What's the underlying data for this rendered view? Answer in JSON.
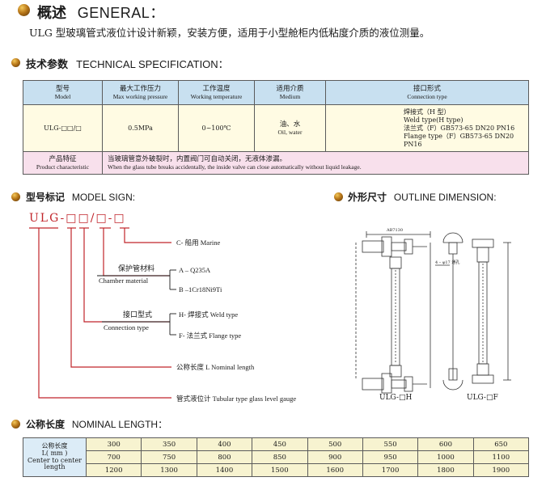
{
  "general": {
    "title_cn": "概述",
    "title_en": "GENERAL：",
    "description": "ULG 型玻璃管式液位计设计新颖，安装方便，适用于小型舱柜内低粘度介质的液位测量。"
  },
  "tech_spec": {
    "title_cn": "技术参数",
    "title_en": "TECHNICAL SPECIFICATION：",
    "headers": [
      {
        "cn": "型号",
        "en": "Model"
      },
      {
        "cn": "最大工作压力",
        "en": "Max working pressure"
      },
      {
        "cn": "工作温度",
        "en": "Working temperature"
      },
      {
        "cn": "适用介质",
        "en": "Medium"
      },
      {
        "cn": "接口形式",
        "en": "Connection type"
      }
    ],
    "row": {
      "model": "ULG-□□/□",
      "pressure": "0.5MPa",
      "temperature": "0~100℃",
      "medium_cn": "油、水",
      "medium_en": "Oil, water",
      "connection": [
        "焊接式（H 型）",
        "Weld type(H type)",
        "法兰式（F）GB573-65 DN20 PN16",
        "Flange type（F）GB573-65 DN20 PN16"
      ]
    },
    "feature": {
      "label_cn": "产品特征",
      "label_en": "Product characteristic",
      "text_cn": "当玻璃管意外破裂时，内置阀门可自动关闭，无液体渗漏。",
      "text_en": "When the glass tube breaks accidentally, the inside valve can close automatically without liquid leakage."
    }
  },
  "model_sign": {
    "title_cn": "型号标记",
    "title_en": "MODEL SIGN:",
    "code": "ULG-□□/□-□",
    "annotations": {
      "marine": "C- 船用   Marine",
      "chamber_cn": "保护管材料",
      "chamber_en": "Chamber material",
      "chamber_a": "A – Q235A",
      "chamber_b": "B –1Cr18Ni9Ti",
      "conn_cn": "接口型式",
      "conn_en": "Connection type",
      "conn_h": "H- 焊接式   Weld type",
      "conn_f": "F- 法兰式   Flange type",
      "nominal": "公称长度   L    Nominal length",
      "tubular": "管式液位计   Tubular type glass level gauge"
    }
  },
  "outline": {
    "title_cn": "外形尺寸",
    "title_en": "OUTLINE DIMENSION:",
    "dim_label": "AB7130",
    "hole_label": "4 – φ17 通孔",
    "caption_h": "ULG-□H",
    "caption_f": "ULG-□F"
  },
  "nominal_length": {
    "title_cn": "公称长度",
    "title_en": "NOMINAL LENGTH：",
    "label_cn": "公称长度",
    "label_unit": "L( mm )",
    "label_en1": "Center to center",
    "label_en2": "length",
    "rows": [
      [
        "300",
        "350",
        "400",
        "450",
        "500",
        "550",
        "600",
        "650"
      ],
      [
        "700",
        "750",
        "800",
        "850",
        "900",
        "950",
        "1000",
        "1100"
      ],
      [
        "1200",
        "1300",
        "1400",
        "1500",
        "1600",
        "1700",
        "1800",
        "1900"
      ]
    ]
  },
  "colors": {
    "accent_red": "#c0242a",
    "header_blue": "#c8e0f0",
    "body_cream": "#fffbe3",
    "feature_pink": "#f8e0ec"
  }
}
